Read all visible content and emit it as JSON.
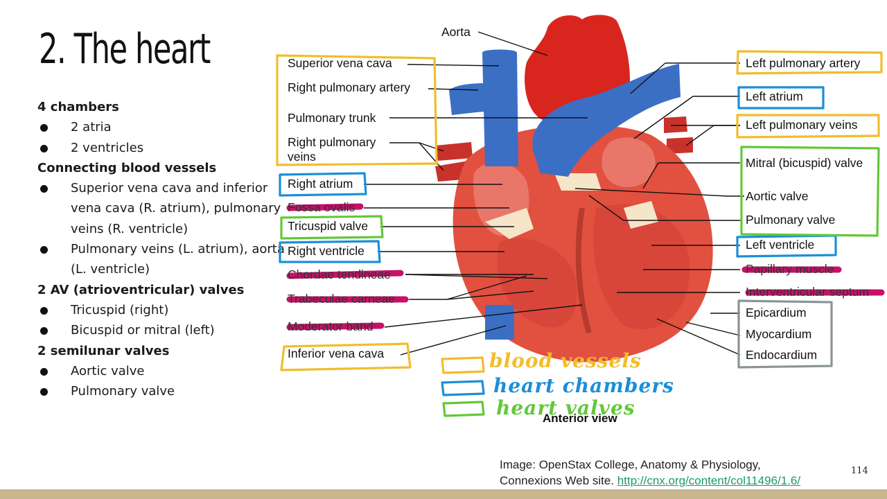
{
  "slide": {
    "title": "2. The heart",
    "page_number": "114",
    "notes": [
      {
        "type": "heading",
        "text": "4 chambers"
      },
      {
        "type": "bullet",
        "text": "2 atria"
      },
      {
        "type": "bullet",
        "text": "2 ventricles"
      },
      {
        "type": "heading",
        "text": "Connecting blood vessels"
      },
      {
        "type": "bullet",
        "text": "Superior vena cava and inferior vena cava (R. atrium), pulmonary veins (R. ventricle)"
      },
      {
        "type": "bullet",
        "text": "Pulmonary veins (L. atrium), aorta (L. ventricle)"
      },
      {
        "type": "heading",
        "text": "2 AV (atrioventricular) valves"
      },
      {
        "type": "bullet",
        "text": "Tricuspid (right)"
      },
      {
        "type": "bullet",
        "text": "Bicuspid or mitral (left)"
      },
      {
        "type": "heading",
        "text": "2 semilunar valves"
      },
      {
        "type": "bullet",
        "text": "Aortic valve"
      },
      {
        "type": "bullet",
        "text": "Pulmonary valve"
      }
    ]
  },
  "figure": {
    "labels_left": {
      "aorta": "Aorta",
      "superior_vena_cava": "Superior vena cava",
      "right_pulmonary_artery": "Right pulmonary artery",
      "pulmonary_trunk": "Pulmonary trunk",
      "right_pulmonary_veins": "Right pulmonary veins",
      "right_atrium": "Right atrium",
      "fossa_ovalis": "Fossa ovalis",
      "tricuspid_valve": "Tricuspid valve",
      "right_ventricle": "Right ventricle",
      "chordae_tendineae": "Chordae tendineae",
      "trabeculae_carneae": "Trabeculae carneae",
      "moderator_band": "Moderator band",
      "inferior_vena_cava": "Inferior vena cava"
    },
    "labels_right": {
      "left_pulmonary_artery": "Left pulmonary artery",
      "left_atrium": "Left atrium",
      "left_pulmonary_veins": "Left pulmonary veins",
      "mitral_valve": "Mitral (bicuspid) valve",
      "aortic_valve": "Aortic valve",
      "pulmonary_valve": "Pulmonary valve",
      "left_ventricle": "Left ventricle",
      "papillary_muscle": "Papillary muscle",
      "interventricular_septum": "Interventricular septum",
      "epicardium": "Epicardium",
      "myocardium": "Myocardium",
      "endocardium": "Endocardium"
    },
    "view_caption": "Anterior view",
    "legend": {
      "blood_vessels": "blood vessels",
      "heart_chambers": "heart chambers",
      "heart_valves": "heart valves"
    },
    "colors": {
      "blood_vessels": "#f2bd2a",
      "heart_chambers": "#1b8fd6",
      "heart_valves": "#62c83a",
      "layers": "#8a9496",
      "strike": "#c8106a",
      "artery_red": "#d8261e",
      "vein_blue": "#3b6fc4",
      "muscle": "#e6574a"
    }
  },
  "credit": {
    "line1": "Image: OpenStax College, Anatomy & Physiology,",
    "line2_prefix": "Connexions Web site.",
    "url": "http://cnx.org/content/col11496/1.6/"
  }
}
